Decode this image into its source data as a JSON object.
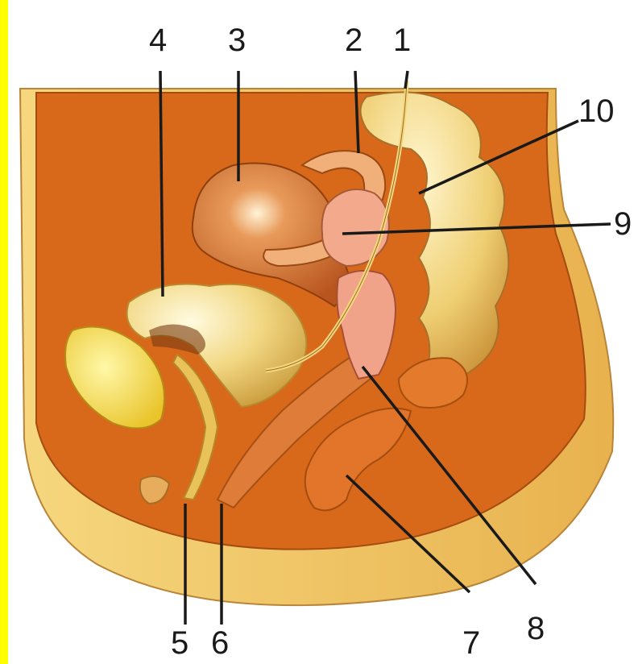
{
  "figure": {
    "labels": [
      {
        "id": "label-1",
        "text": "1"
      },
      {
        "id": "label-2",
        "text": "2"
      },
      {
        "id": "label-3",
        "text": "3"
      },
      {
        "id": "label-4",
        "text": "4"
      },
      {
        "id": "label-5",
        "text": "5"
      },
      {
        "id": "label-6",
        "text": "6"
      },
      {
        "id": "label-7",
        "text": "7"
      },
      {
        "id": "label-8",
        "text": "8"
      },
      {
        "id": "label-9",
        "text": "9"
      },
      {
        "id": "label-10",
        "text": "10"
      }
    ]
  },
  "colors": {
    "background": "#ffffff",
    "left_strip": "#ffff00",
    "body_fill": "#d86a1c",
    "skin": "#f3c860",
    "organ_light": "#f7e59a",
    "uterus": "#d97a3a",
    "bladder": "#f0d27a",
    "rectum": "#e07a32",
    "pink_tissue": "#f0a88a",
    "leader_line": "#1a1a1a"
  }
}
